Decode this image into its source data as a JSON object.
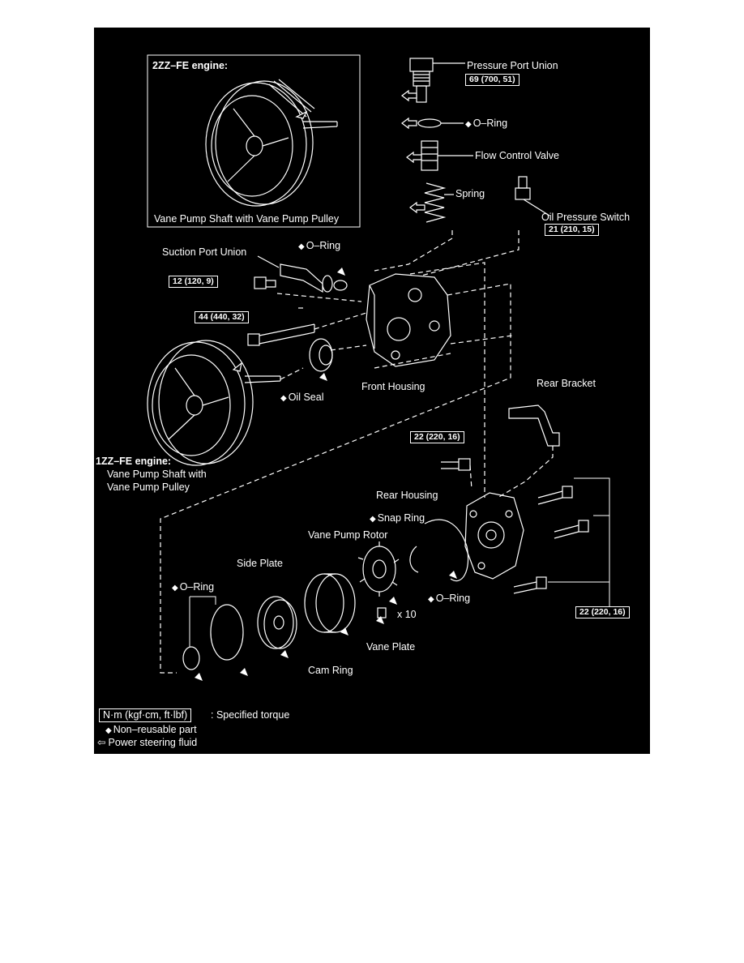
{
  "inset": {
    "engine_title": "2ZZ–FE engine:",
    "part_label": "Vane Pump Shaft with Vane Pump Pulley"
  },
  "parts": {
    "pressure_port_union": "Pressure Port Union",
    "o_ring_top": "O–Ring",
    "flow_control_valve": "Flow Control Valve",
    "spring": "Spring",
    "oil_pressure_switch": "Oil Pressure Switch",
    "suction_port_union": "Suction Port Union",
    "o_ring_suction": "O–Ring",
    "front_housing": "Front Housing",
    "oil_seal": "Oil Seal",
    "engine_1zz_title": "1ZZ–FE engine:",
    "engine_1zz_line1": "Vane Pump Shaft with",
    "engine_1zz_line2": "Vane Pump Pulley",
    "rear_bracket": "Rear Bracket",
    "rear_housing": "Rear Housing",
    "snap_ring": "Snap Ring",
    "vane_pump_rotor": "Vane Pump Rotor",
    "side_plate": "Side Plate",
    "o_ring_left": "O–Ring",
    "o_ring_rear": "O–Ring",
    "vane_plate": "Vane Plate",
    "vane_count": "x 10",
    "cam_ring": "Cam Ring"
  },
  "torques": {
    "pressure_port_union": "69 (700, 51)",
    "oil_pressure_switch": "21 (210, 15)",
    "suction_bolt": "12 (120, 9)",
    "through_bolt": "44 (440, 32)",
    "rear_bolt_upper": "22 (220, 16)",
    "rear_bolts_right": "22 (220, 16)"
  },
  "legend": {
    "torque_unit": "N·m (kgf·cm, ft·lbf)",
    "torque_desc": ": Specified torque",
    "non_reusable_symbol": "◆",
    "non_reusable": "Non–reusable part",
    "fluid_symbol": "⇦",
    "fluid": "Power steering fluid"
  },
  "colors": {
    "background": "#000000",
    "ink": "#ffffff",
    "page": "#ffffff"
  }
}
